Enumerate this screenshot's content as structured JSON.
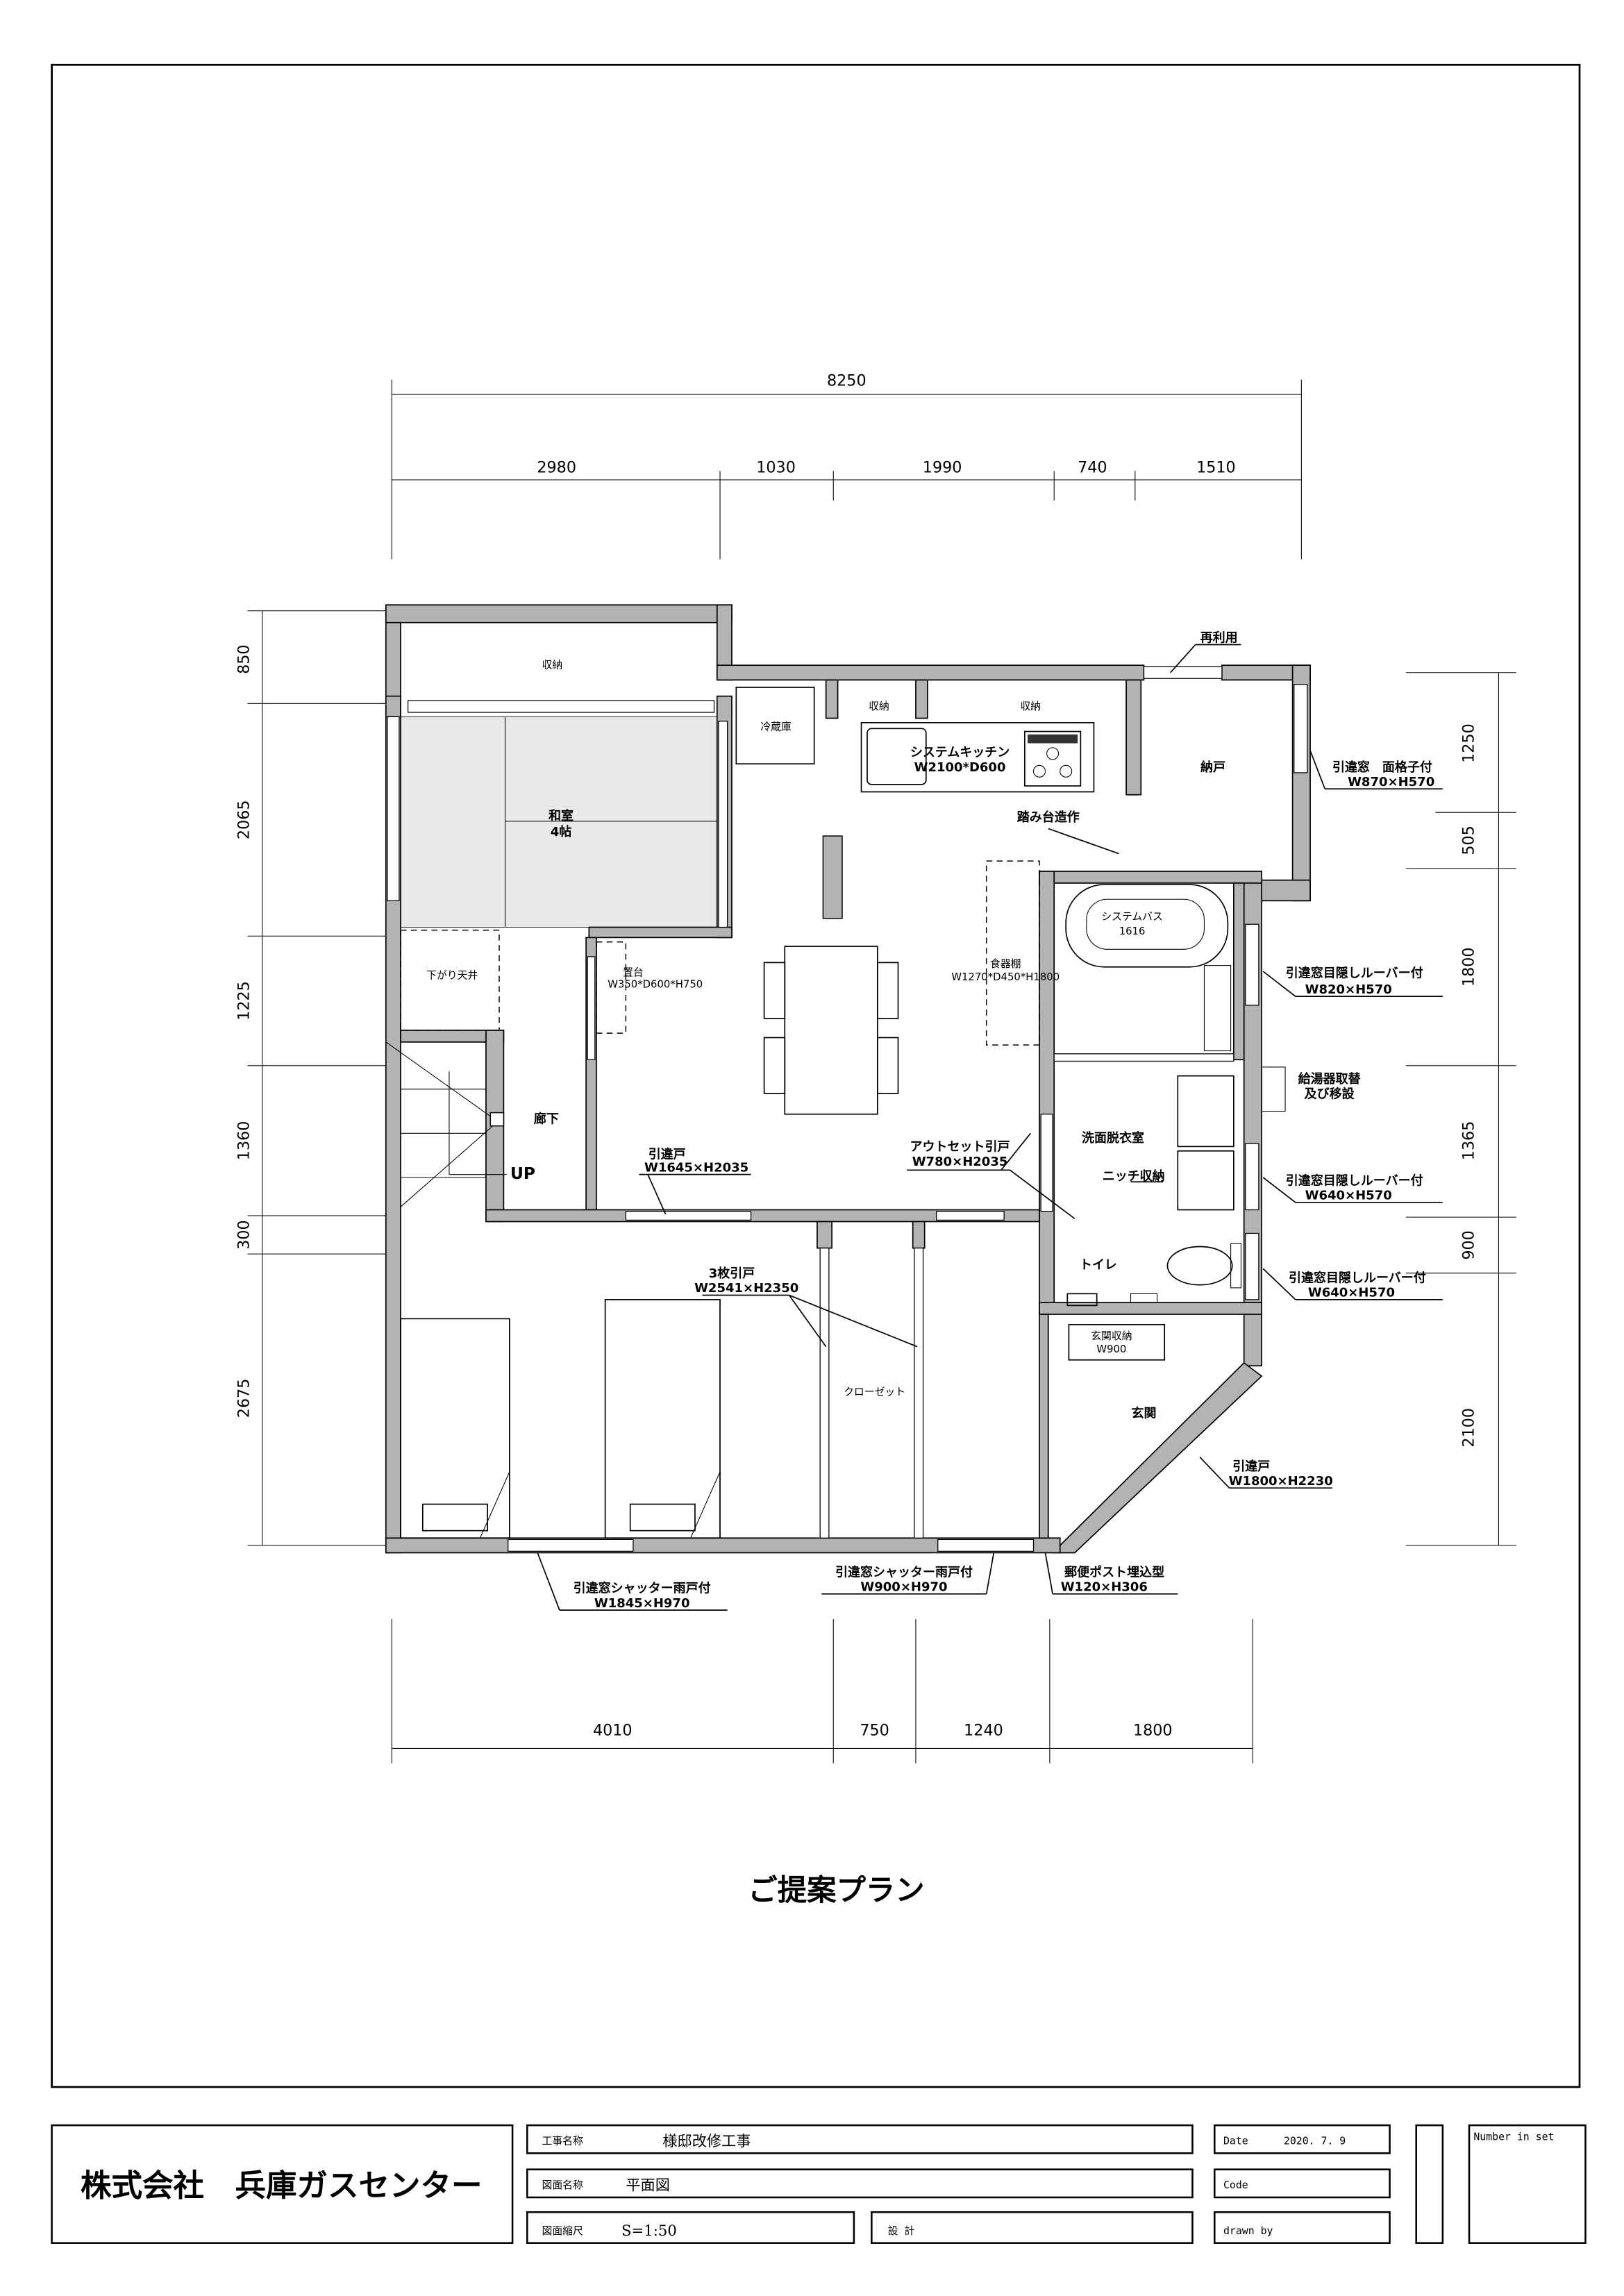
{
  "drawing": {
    "title": "ご提案プラン",
    "top_dims": {
      "total": "8250",
      "parts": [
        "2980",
        "1030",
        "1990",
        "740",
        "1510"
      ]
    },
    "left_dims": [
      "850",
      "2065",
      "1225",
      "1360",
      "300",
      "2675"
    ],
    "right_dims": [
      "1250",
      "505",
      "1800",
      "1365",
      "900",
      "2100"
    ],
    "bottom_dims": [
      "4010",
      "750",
      "1240",
      "1800"
    ],
    "rooms": {
      "storage_top": "収納",
      "fridge": "冷蔵庫",
      "storage_a": "収納",
      "storage_b": "収納",
      "kitchen": "システムキッチン",
      "kitchen_size": "W2100*D600",
      "nando": "納戸",
      "washitsu": "和室",
      "washitsu_size": "4帖",
      "step": "踏み台造作",
      "lowered_ceiling": "下がり天井",
      "okidai": "置台",
      "okidai_size": "W350*D600*H750",
      "dish_shelf": "食器棚",
      "dish_shelf_size": "W1270*D450*H1800",
      "bath": "システムバス",
      "bath_size": "1616",
      "corridor": "廊下",
      "up": "UP",
      "washroom": "洗面脱衣室",
      "niche": "ニッチ収納",
      "toilet": "トイレ",
      "closet": "クローゼット",
      "genkan_storage": "玄関収納",
      "genkan_storage_size": "W900",
      "genkan": "玄関"
    },
    "notes": {
      "reuse": "再利用",
      "door1": "引違戸",
      "door1_size": "W1645×H2035",
      "door2": "アウトセット引戸",
      "door2_size": "W780×H2035",
      "door3": "3枚引戸",
      "door3_size": "W2541×H2350",
      "entry_door": "引違戸",
      "entry_door_size": "W1800×H2230",
      "win_bottom1": "引違窓シャッター雨戸付",
      "win_bottom1_size": "W1845×H970",
      "win_bottom2": "引違窓シャッター雨戸付",
      "win_bottom2_size": "W900×H970",
      "mailbox": "郵便ポスト埋込型",
      "mailbox_size": "W120×H306",
      "win_nando": "引違窓　面格子付",
      "win_nando_size": "W870×H570",
      "win_bath": "引違窓目隠しルーバー付",
      "win_bath_size": "W820×H570",
      "heater1": "給湯器取替",
      "heater2": "及び移設",
      "win_wash": "引違窓目隠しルーバー付",
      "win_wash_size": "W640×H570",
      "win_toilet": "引違窓目隠しルーバー付",
      "win_toilet_size": "W640×H570"
    }
  },
  "title_block": {
    "company": "株式会社　兵庫ガスセンター",
    "project_label": "工事名称",
    "project_value": "様邸改修工事",
    "drawing_label": "図面名称",
    "drawing_value": "平面図",
    "scale_label": "図面縮尺",
    "scale_value": "S=1:50",
    "design_label": "設 計",
    "date_label": "Date",
    "date_value": "2020. 7. 9",
    "code_label": "Code",
    "drawn_label": "drawn by",
    "number_label": "Number in set"
  }
}
